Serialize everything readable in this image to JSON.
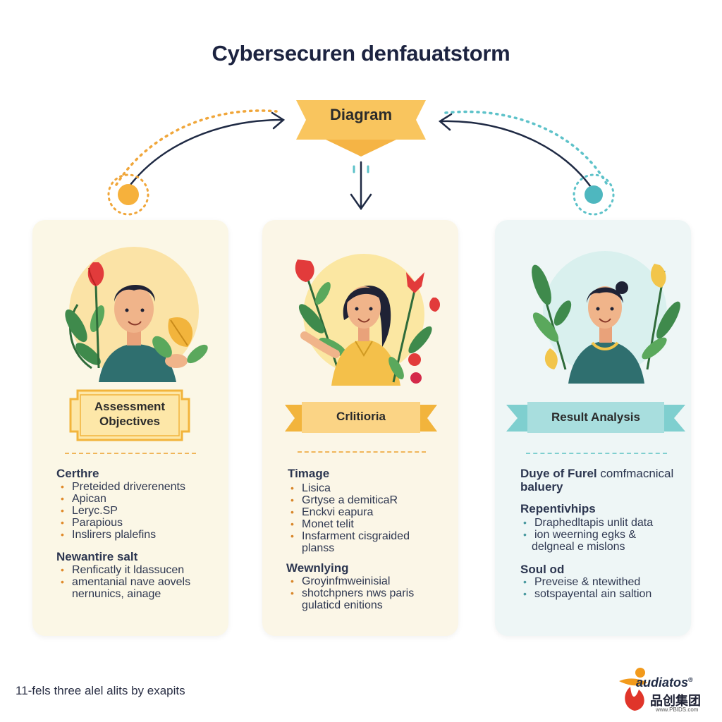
{
  "title": "Cybersecuren denfauatstorm",
  "center_label": "Diagram",
  "cards": [
    {
      "banner": "Assessment\nObjectives",
      "sections": [
        {
          "heading": "Certhre",
          "items": [
            "Preteided driverenents",
            "Apican",
            "Leryc.SP",
            "Parapious",
            "Inslirers plalefins"
          ]
        },
        {
          "heading": "Newantire salt",
          "items": [
            "Renficatly it ldassucen",
            "amentanial nave aovels"
          ],
          "tail": "nernunics, ainage"
        }
      ]
    },
    {
      "banner": "Crlitioria",
      "sections": [
        {
          "heading": "Timage",
          "items": [
            "Lisica",
            "Grtyse a demiticaR",
            "Enckvi eapura",
            "Monet telit",
            "Insfarment cisgraided"
          ],
          "tail": "planss"
        },
        {
          "heading": "Wewnlying",
          "items": [
            "Groyinfmweinisial",
            "shotchpners nws paris"
          ],
          "tail": "gulaticd enitions"
        }
      ]
    },
    {
      "banner": "Result Analysis",
      "sections": [
        {
          "heading": "Duye of Furel",
          "heading_suffix": "comfmacnical",
          "heading_line2": "baluery"
        },
        {
          "heading": "Repentivhips",
          "items": [
            "Draphedltapis unlit data",
            "ion weerning egks &"
          ],
          "tail": "delgneal e mislons"
        },
        {
          "heading": "Soul od",
          "items": [
            "Preveise & ntewithed",
            "sotspayental ain saltion"
          ]
        }
      ]
    }
  ],
  "footer": "11-fels three alel alits by exapits",
  "logo": {
    "brand": "audiatos",
    "registered": "®",
    "cjk": "品创集团",
    "url": "www.PBIDS.com"
  },
  "colors": {
    "banner_orange": "#f7c46a",
    "banner_teal": "#a8dede",
    "arrow_orange": "#f0a63a",
    "arrow_teal": "#5dc2c9",
    "dark_arrow": "#1f2a44"
  }
}
